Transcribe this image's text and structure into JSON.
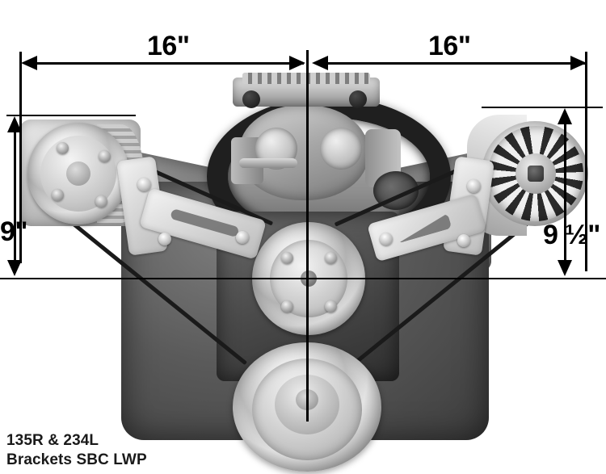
{
  "diagram": {
    "title": "SBC LWP bracket mounting dimensions",
    "subject": "Small block Chevy engine front view with accessory drive brackets",
    "background_color": "#ffffff",
    "annotation_color": "#000000"
  },
  "dimensions": {
    "top_left": {
      "label": "16\"",
      "value": 16,
      "unit": "in",
      "orientation": "horizontal",
      "description": "Centerline to left A/C compressor mounting edge"
    },
    "top_right": {
      "label": "16\"",
      "value": 16,
      "unit": "in",
      "orientation": "horizontal",
      "description": "Centerline to right alternator mounting edge"
    },
    "left_vertical": {
      "label": "9\"",
      "value": 9,
      "unit": "in",
      "orientation": "vertical",
      "description": "Top of A/C compressor down to crank centerline datum"
    },
    "right_vertical": {
      "label": "9 ½\"",
      "value": 9.5,
      "unit": "in",
      "orientation": "vertical",
      "description": "Top of alternator down to crank centerline datum"
    }
  },
  "reference_lines": {
    "vertical_centerline": "engine vertical centerline",
    "horizontal_datum": "water pump / crank centerline datum"
  },
  "components": {
    "ac_compressor": "A/C compressor with clutch pulley",
    "alternator": "alternator with fan pulley",
    "water_pump_pulley": "water pump pulley",
    "crank_pulley": "crankshaft harmonic balancer pulley",
    "throttle_body": "throttle body fuel injection unit",
    "left_bracket": "234L driver side bracket",
    "right_bracket": "135R passenger side bracket",
    "drive_belt": "serpentine drive belt"
  },
  "caption": {
    "line1": "135R & 234L",
    "line2": "Brackets SBC LWP"
  }
}
